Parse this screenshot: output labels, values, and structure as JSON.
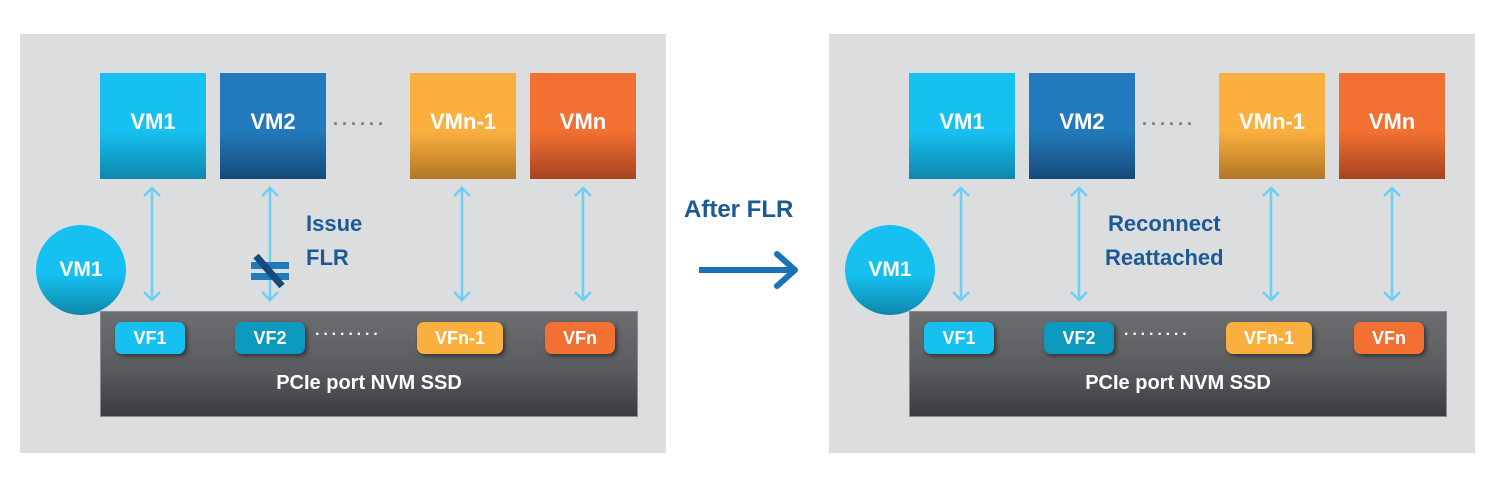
{
  "colors": {
    "panel_bg": "#dcdddf",
    "vm1": "#16c0f0",
    "vm2": "#2279bb",
    "vmn_1": "#fbaf3f",
    "vmn": "#f27032",
    "link_arrow": "#6ccff6",
    "text_blue": "#1c5a96",
    "ssd": "#5a5b5e"
  },
  "left": {
    "vms": [
      "VM1",
      "VM2",
      "VMn-1",
      "VMn"
    ],
    "detached_vm": "VM1",
    "vfs": [
      "VF1",
      "VF2",
      "VFn-1",
      "VFn"
    ],
    "ssd_label": "PCIe port NVM SSD",
    "note_line1": "Issue",
    "note_line2": "FLR"
  },
  "transition": {
    "label": "After FLR"
  },
  "right": {
    "vms": [
      "VM1",
      "VM2",
      "VMn-1",
      "VMn"
    ],
    "detached_vm": "VM1",
    "vfs": [
      "VF1",
      "VF2",
      "VFn-1",
      "VFn"
    ],
    "ssd_label": "PCIe port NVM SSD",
    "note_line1": "Reconnect",
    "note_line2": "Reattached"
  }
}
